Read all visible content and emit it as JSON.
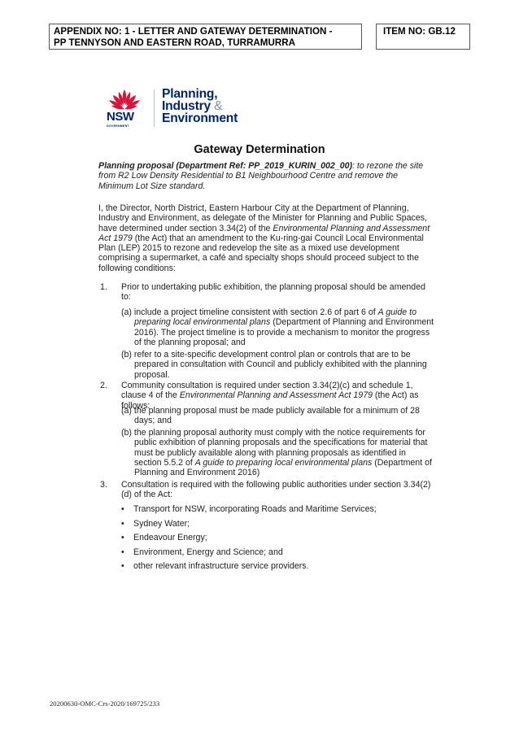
{
  "header": {
    "appendix_line1": "APPENDIX NO: 1 - LETTER AND GATEWAY DETERMINATION -",
    "appendix_line2": "PP TENNYSON AND EASTERN ROAD, TURRAMURRA",
    "item_no": "ITEM NO: GB.12"
  },
  "logo": {
    "nsw": "NSW",
    "government": "GOVERNMENT",
    "dept_line1": "Planning,",
    "dept_line2_word": "Industry",
    "dept_line2_amp": "&",
    "dept_line3": "Environment",
    "colors": {
      "navy": "#002664",
      "red": "#d7153a",
      "grey": "#7f8da3"
    }
  },
  "document": {
    "title": "Gateway Determination",
    "intro_bold": "Planning proposal (Department Ref: PP_2019_KURIN_002_00)",
    "intro_rest": ": to rezone the site from R2 Low Density Residential to B1 Neighbourhood Centre and remove the Minimum Lot Size standard.",
    "body_part1": "I, the Director, North District, Eastern Harbour City at the Department of Planning, Industry and Environment, as delegate of the Minister for Planning and Public Spaces, have determined under section 3.34(2) of the ",
    "body_act": "Environmental Planning and Assessment Act 1979",
    "body_part2": " (the Act) that an amendment to the Ku-ring-gai Council Local Environmental Plan (LEP) 2015 to rezone and redevelop the site as a mixed use development comprising a supermarket, a café and specialty shops should proceed subject to the following conditions:",
    "conditions": [
      {
        "number": "1.",
        "text": "Prior to undertaking public exhibition, the planning proposal should be amended to:",
        "subs": [
          {
            "label": "(a)",
            "part1": "include a project timeline consistent with section 2.6 of part 6 of ",
            "italic": "A guide to preparing local environmental plans",
            "part2": " (Department of Planning and Environment 2016). The project timeline is to provide a mechanism to monitor the progress of the planning proposal; and"
          },
          {
            "label": "(b)",
            "part1": "refer to a site-specific development control plan or controls that are to be prepared in consultation with Council and publicly exhibited with the planning proposal.",
            "italic": "",
            "part2": ""
          }
        ]
      },
      {
        "number": "2.",
        "text_part1": "Community consultation is required under section 3.34(2)(c) and schedule 1, clause 4 of the ",
        "text_italic": "Environmental Planning and Assessment Act 1979",
        "text_part2": " (the Act) as follows:",
        "subs": [
          {
            "label": "(a)",
            "part1": "the planning proposal must be made publicly available for a minimum of 28 days; and",
            "italic": "",
            "part2": ""
          },
          {
            "label": "(b)",
            "part1": "the planning proposal authority must comply with the notice requirements for public exhibition of planning proposals and the specifications for material that must be publicly available along with planning proposals as identified in section 5.5.2 of ",
            "italic": "A guide to preparing local environmental plans",
            "part2": " (Department of Planning and Environment 2016)"
          }
        ]
      },
      {
        "number": "3.",
        "text": "Consultation is required with the following public authorities under section 3.34(2)(d) of the Act:",
        "bullets": [
          "Transport for NSW, incorporating Roads and Maritime Services;",
          "Sydney Water;",
          "Endeavour Energy;",
          "Environment, Energy and Science; and",
          "other relevant infrastructure service providers."
        ]
      }
    ]
  },
  "footer": {
    "reference": "20200630-OMC-Crs-2020/169725/233"
  }
}
